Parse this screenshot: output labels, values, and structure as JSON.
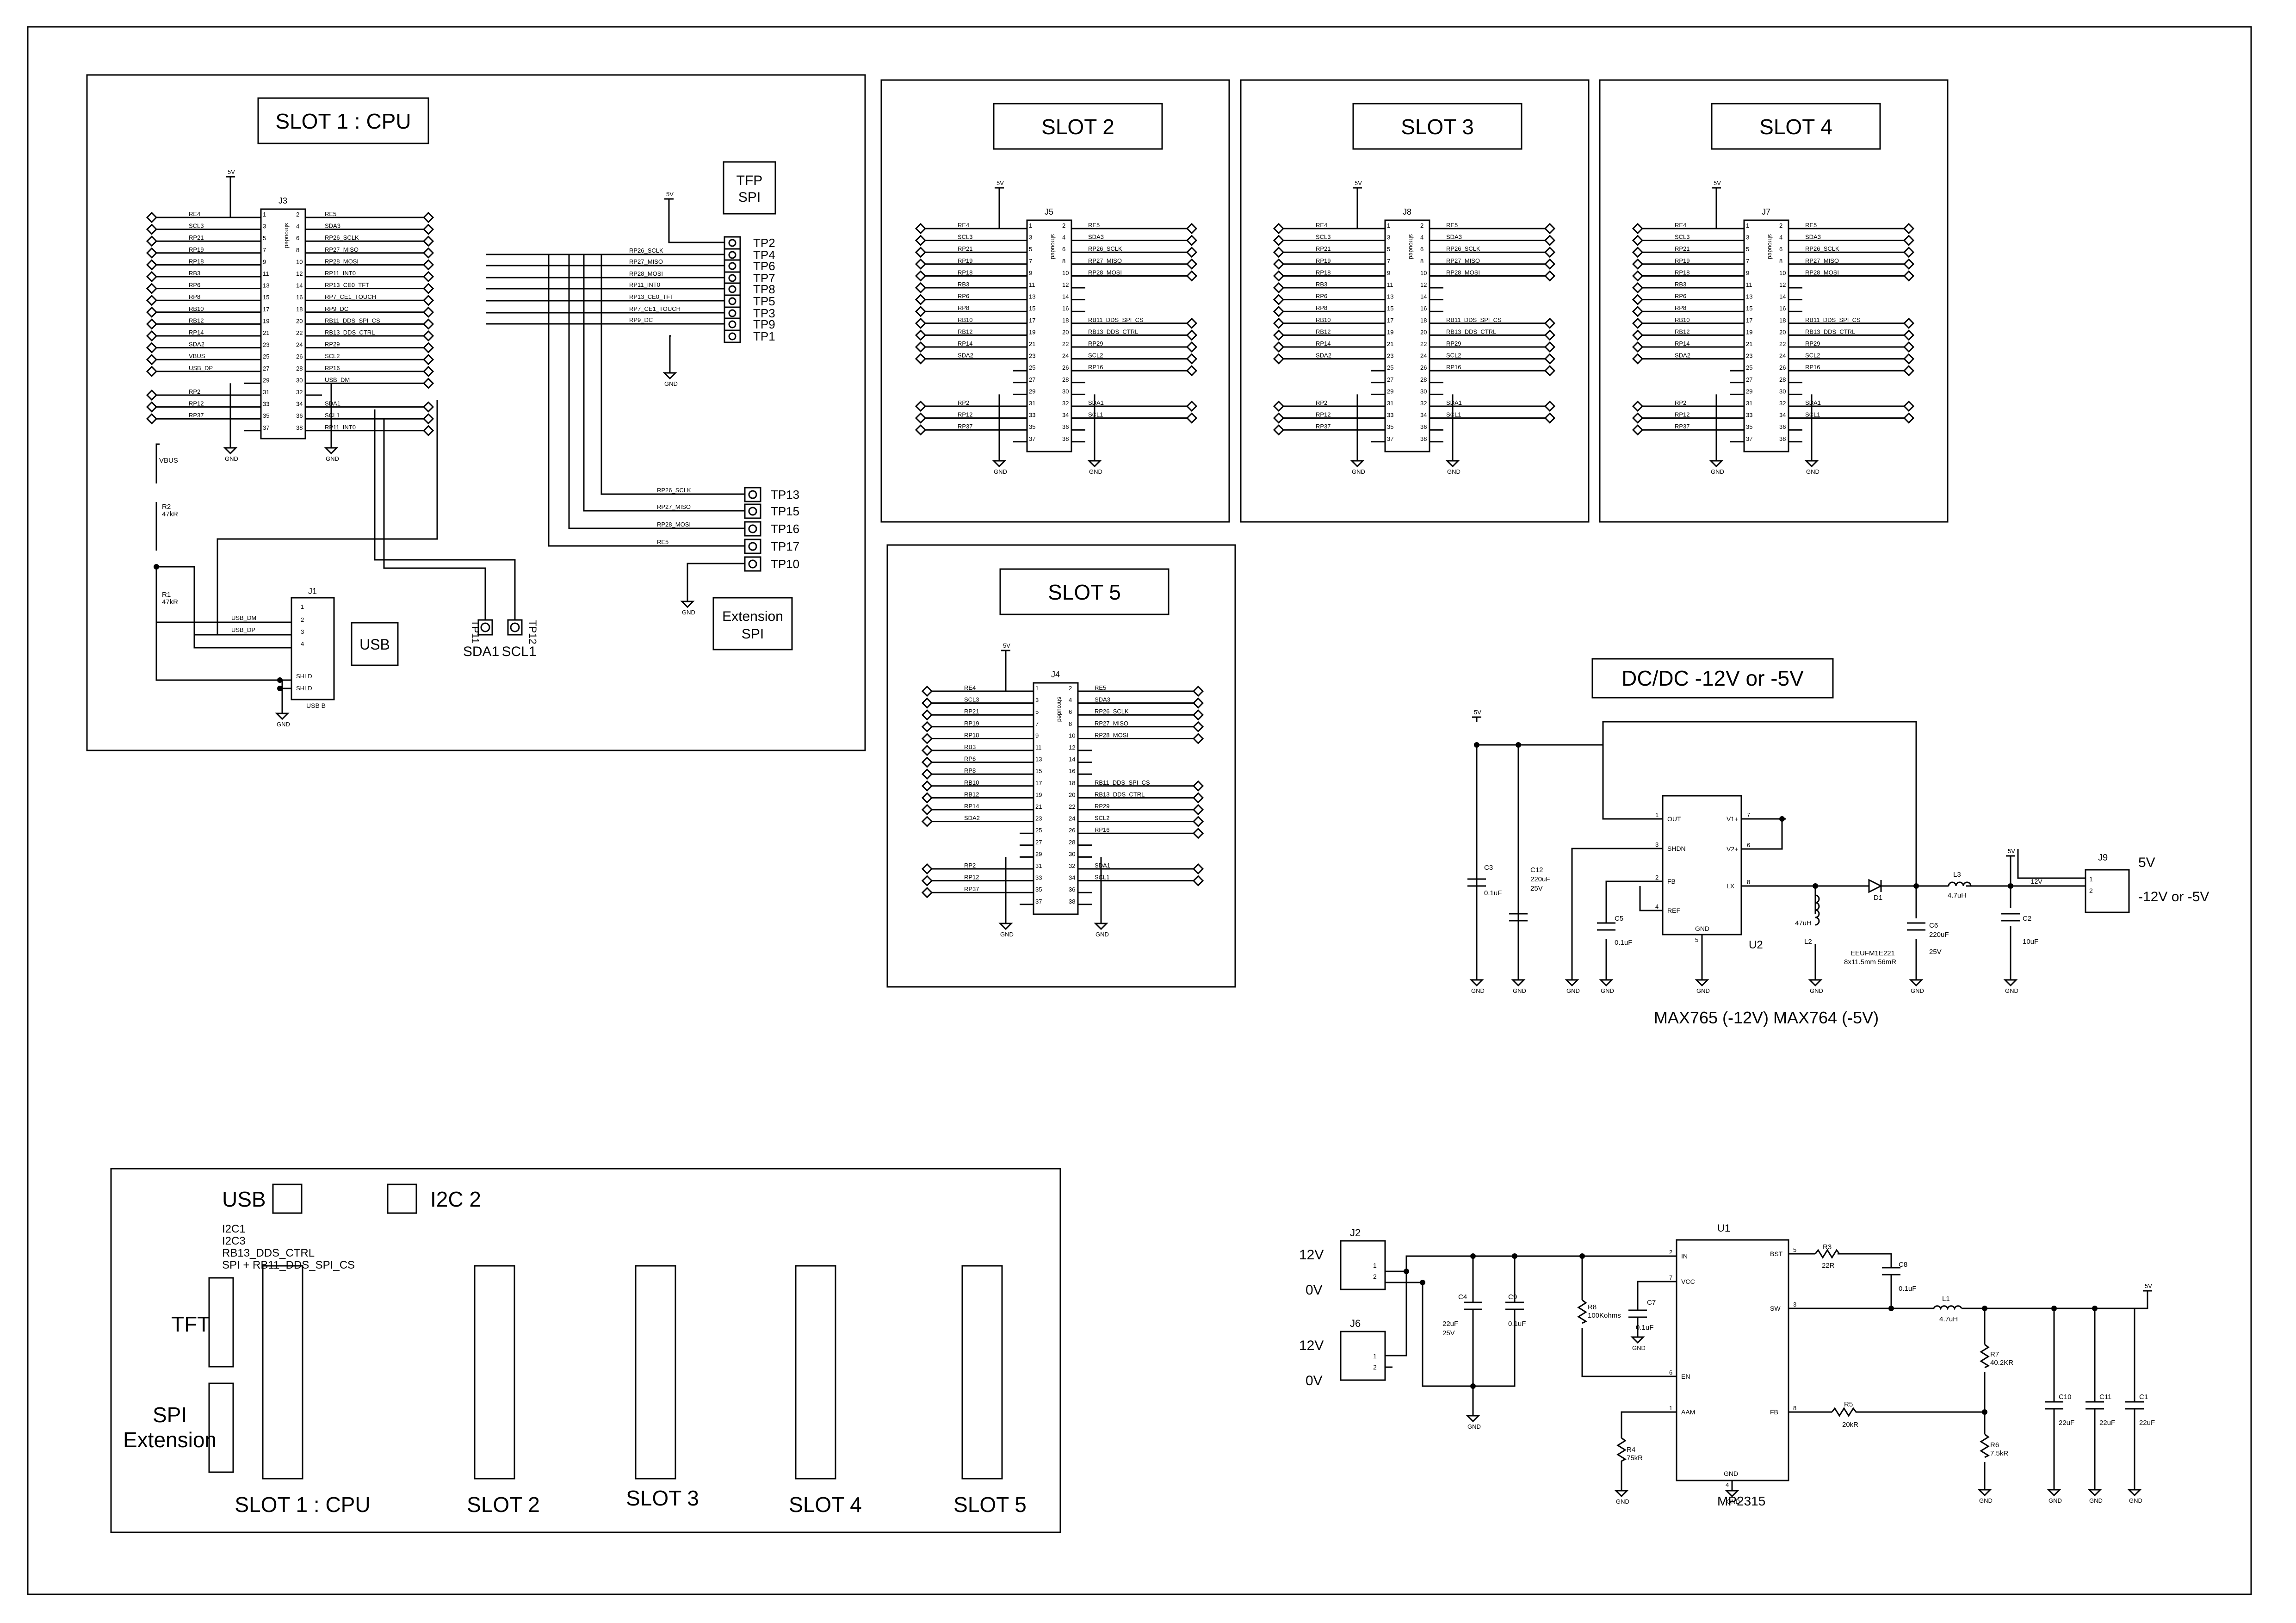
{
  "slots": [
    {
      "id": "slot1",
      "title": "SLOT 1 : CPU",
      "connector": "J3"
    },
    {
      "id": "slot2",
      "title": "SLOT 2",
      "connector": "J5"
    },
    {
      "id": "slot3",
      "title": "SLOT 3",
      "connector": "J8"
    },
    {
      "id": "slot4",
      "title": "SLOT 4",
      "connector": "J7"
    },
    {
      "id": "slot5",
      "title": "SLOT 5",
      "connector": "J4"
    }
  ],
  "header_common": {
    "shrouded": "shrouded",
    "power": "5V",
    "gnd": "GND",
    "left_pins": [
      "1",
      "3",
      "5",
      "7",
      "9",
      "11",
      "13",
      "15",
      "17",
      "19",
      "21",
      "23",
      "25",
      "27",
      "29",
      "31",
      "33",
      "35",
      "37"
    ],
    "right_pins": [
      "2",
      "4",
      "6",
      "8",
      "10",
      "12",
      "14",
      "16",
      "18",
      "20",
      "22",
      "24",
      "26",
      "28",
      "30",
      "32",
      "34",
      "36",
      "38"
    ]
  },
  "cpu_left_nets": [
    "RE4",
    "SCL3",
    "RP21",
    "RP19",
    "RP18",
    "RB3",
    "RP6",
    "RP8",
    "RB10",
    "RB12",
    "RP14",
    "SDA2",
    "VBUS",
    "USB_DP",
    "",
    "RP2",
    "RP12",
    "RP37",
    ""
  ],
  "cpu_right_nets": [
    "",
    "RE5",
    "SDA3",
    "RP26_SCLK",
    "RP27_MISO",
    "RP28_MOSI",
    "RP11_INT0",
    "RP13_CE0_TFT",
    "RP7_CE1_TOUCH",
    "RP9_DC",
    "RB11_DDS_SPI_CS",
    "RB13_DDS_CTRL",
    "RP29",
    "SCL2",
    "RP16",
    "USB_DM",
    "",
    "SDA1",
    "SCL1",
    "RP11_INT0"
  ],
  "slot_left_nets": [
    "RE4",
    "SCL3",
    "RP21",
    "RP19",
    "RP18",
    "RB3",
    "RP6",
    "RP8",
    "RB10",
    "RB12",
    "RP14",
    "SDA2",
    "",
    "",
    "",
    "RP2",
    "RP12",
    "RP37",
    ""
  ],
  "slot_right_nets": [
    "",
    "RE5",
    "SDA3",
    "RP26_SCLK",
    "RP27_MISO",
    "RP28_MOSI",
    "",
    "",
    "",
    "RB11_DDS_SPI_CS",
    "RB13_DDS_CTRL",
    "RP29",
    "SCL2",
    "RP16",
    "",
    "",
    "SDA1",
    "SCL1",
    ""
  ],
  "tfp": {
    "title_line1": "TFP",
    "title_line2": "SPI",
    "power": "5V",
    "gnd": "GND",
    "nets": [
      "RP26_SCLK",
      "RP27_MISO",
      "RP28_MOSI",
      "RP11_INT0",
      "RP13_CE0_TFT",
      "RP7_CE1_TOUCH",
      "RP9_DC"
    ],
    "tps": [
      "TP2",
      "TP4",
      "TP6",
      "TP7",
      "TP8",
      "TP5",
      "TP3",
      "TP9",
      "TP1"
    ]
  },
  "ext_spi": {
    "title_line1": "Extension",
    "title_line2": "SPI",
    "gnd": "GND",
    "nets": [
      "RP26_SCLK",
      "RP27_MISO",
      "RP28_MOSI",
      "RE5"
    ],
    "tps": [
      "TP13",
      "TP15",
      "TP16",
      "TP17",
      "TP10"
    ]
  },
  "i2c_tps": [
    {
      "ref": "TP11",
      "label": "SDA1"
    },
    {
      "ref": "TP12",
      "label": "SCL1"
    }
  ],
  "usb": {
    "ref": "J1",
    "label": "USB",
    "part": "USB B",
    "pins": [
      "1",
      "2",
      "3",
      "4"
    ],
    "shld": "SHLD",
    "nets": {
      "dm": "USB_DM",
      "dp": "USB_DP",
      "vbus": "VBUS"
    },
    "r2": {
      "ref": "R2",
      "value": "47kR"
    },
    "r1": {
      "ref": "R1",
      "value": "47kR"
    },
    "gnd": "GND"
  },
  "dcdc": {
    "title": "DC/DC -12V or -5V",
    "subtitle": "MAX765 (-12V) MAX764 (-5V)",
    "ic_ref": "U2",
    "pins_left": [
      {
        "num": "1",
        "name": "OUT"
      },
      {
        "num": "3",
        "name": "SHDN"
      },
      {
        "num": "2",
        "name": "FB"
      },
      {
        "num": "4",
        "name": "REF"
      }
    ],
    "pins_right": [
      {
        "num": "7",
        "name": "V1+"
      },
      {
        "num": "6",
        "name": "V2+"
      },
      {
        "num": "8",
        "name": "LX"
      }
    ],
    "gnd_pin": {
      "num": "5",
      "name": "GND"
    },
    "power": "5V",
    "gnd": "GND",
    "c3": {
      "ref": "C3",
      "value": "0.1uF"
    },
    "c12": {
      "ref": "C12",
      "value": "220uF",
      "v": "25V"
    },
    "c5": {
      "ref": "C5",
      "value": "0.1uF"
    },
    "l2": {
      "ref": "L2",
      "value": "47uH"
    },
    "d1": {
      "ref": "D1"
    },
    "l3": {
      "ref": "L3",
      "value": "4.7uH"
    },
    "c6": {
      "ref": "C6",
      "value": "220uF",
      "v": "25V"
    },
    "c6_part": {
      "line1": "EEUFM1E221",
      "line2": "8x11.5mm 56mR"
    },
    "c2": {
      "ref": "C2",
      "value": "10uF"
    },
    "j9": {
      "ref": "J9",
      "pins": [
        "1",
        "2"
      ],
      "net": "-12V",
      "label_5v": "5V",
      "label_neg": "-12V or -5V"
    }
  },
  "buck": {
    "ic_ref": "U1",
    "part": "MP2315",
    "pins_left": [
      {
        "num": "2",
        "name": "IN"
      },
      {
        "num": "7",
        "name": "VCC"
      },
      {
        "num": "6",
        "name": "EN"
      },
      {
        "num": "1",
        "name": "AAM"
      }
    ],
    "pins_right": [
      {
        "num": "5",
        "name": "BST"
      },
      {
        "num": "3",
        "name": "SW"
      },
      {
        "num": "8",
        "name": "FB"
      }
    ],
    "gnd_pin": {
      "num": "4",
      "name": "GND"
    },
    "j2": {
      "ref": "J2",
      "pins": [
        "1",
        "2"
      ],
      "v12": "12V",
      "v0": "0V"
    },
    "j6": {
      "ref": "J6",
      "pins": [
        "1",
        "2"
      ],
      "v12": "12V",
      "v0": "0V"
    },
    "c4": {
      "ref": "C4",
      "value": "22uF",
      "v": "25V"
    },
    "c9": {
      "ref": "C9",
      "value": "0.1uF"
    },
    "r8": {
      "ref": "R8",
      "value": "100Kohms"
    },
    "c7": {
      "ref": "C7",
      "value": "0.1uF"
    },
    "r3": {
      "ref": "R3",
      "value": "22R"
    },
    "c8": {
      "ref": "C8",
      "value": "0.1uF"
    },
    "l1": {
      "ref": "L1",
      "value": "4.7uH"
    },
    "r7": {
      "ref": "R7",
      "value": "40.2KR"
    },
    "r5": {
      "ref": "R5",
      "value": "20kR"
    },
    "r6": {
      "ref": "R6",
      "value": "7.5kR"
    },
    "r4": {
      "ref": "R4",
      "value": "75kR"
    },
    "c10": {
      "ref": "C10",
      "value": "22uF"
    },
    "c11": {
      "ref": "C11",
      "value": "22uF"
    },
    "c1": {
      "ref": "C1",
      "value": "22uF"
    },
    "power": "5V",
    "gnd": "GND"
  },
  "layout": {
    "usb": "USB",
    "i2c2": "I2C 2",
    "notes": [
      "I2C1",
      "I2C3",
      "RB13_DDS_CTRL",
      "SPI + RB11_DDS_SPI_CS"
    ],
    "tft": "TFT",
    "spi_ext_line1": "SPI",
    "spi_ext_line2": "Extension",
    "slots": [
      "SLOT 1 : CPU",
      "SLOT 2",
      "SLOT 3",
      "SLOT 4",
      "SLOT 5"
    ]
  }
}
